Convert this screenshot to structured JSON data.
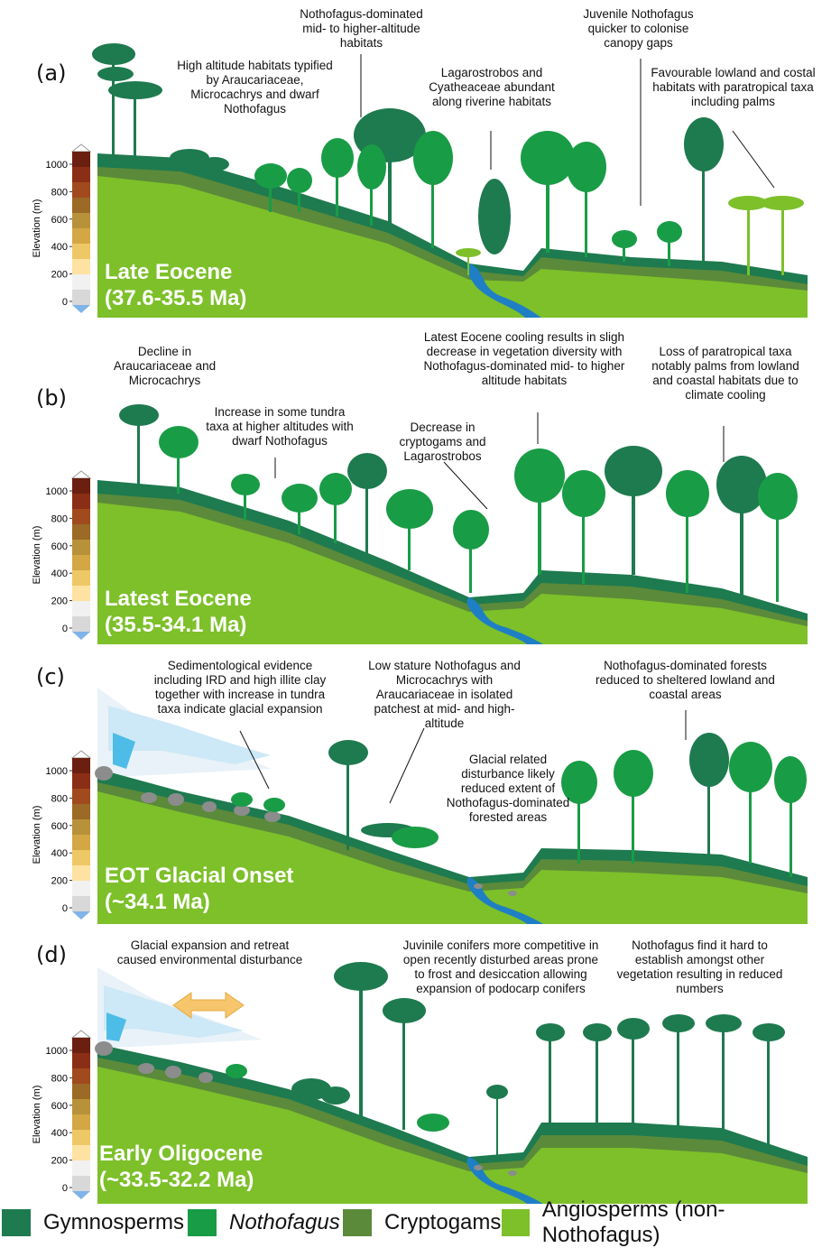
{
  "colors": {
    "gymnosperms": "#1e7a4f",
    "nothofagus": "#199c46",
    "cryptogams": "#5b8a3a",
    "angiosperms": "#7dc02a",
    "water": "#1f7fc4",
    "ice": "#cde8f6"
  },
  "elevation_bar": {
    "axis_label": "Elevation (m)",
    "ticks": [
      "1000",
      "800",
      "600",
      "400",
      "200",
      "0"
    ],
    "colors": [
      "#6b1f10",
      "#8a2f16",
      "#a04a1e",
      "#9a6a26",
      "#b8923a",
      "#d4a745",
      "#eec766",
      "#fde2a2",
      "#f1f1f1",
      "#d8d8d8"
    ]
  },
  "panels": [
    {
      "label": "(a)",
      "era_name": "Late Eocene",
      "era_age": "(37.6-35.5 Ma)",
      "notes": [
        "High altitude habitats typified by Araucariaceae, Microcachrys and dwarf Nothofagus",
        "Nothofagus-dominated mid- to higher-altitude habitats",
        "Lagarostrobos and Cyatheaceae abundant along riverine habitats",
        "Juvenile Nothofagus quicker to colonise canopy gaps",
        "Favourable lowland and costal habitats with paratropical taxa including palms"
      ]
    },
    {
      "label": "(b)",
      "era_name": "Latest Eocene",
      "era_age": "(35.5-34.1 Ma)",
      "notes": [
        "Decline in Araucariaceae and Microcachrys",
        "Increase in some tundra taxa at higher altitudes with dwarf Nothofagus",
        "Decrease in cryptogams and Lagarostrobos",
        "Latest Eocene cooling results in sligh decrease in vegetation diversity with Nothofagus-dominated mid- to higher altitude habitats",
        "Loss of paratropical taxa notably palms from lowland and coastal habitats due to climate cooling"
      ]
    },
    {
      "label": "(c)",
      "era_name": "EOT Glacial Onset",
      "era_age": "(~34.1 Ma)",
      "notes": [
        "Sedimentological evidence including IRD and high illite clay together with increase in tundra taxa indicate glacial expansion",
        "Low stature Nothofagus and Microcachrys with Araucariaceae in isolated patchest at mid- and high-altitude",
        "Glacial related disturbance likely reduced extent of Nothofagus-dominated forested areas",
        "Nothofagus-dominated forests reduced to sheltered lowland and coastal areas"
      ]
    },
    {
      "label": "(d)",
      "era_name": "Early Oligocene",
      "era_age": "(~33.5-32.2 Ma)",
      "notes": [
        "Glacial expansion and retreat caused environmental disturbance",
        "Juvinile conifers more competitive in open recently disturbed areas prone to frost and desiccation allowing expansion of podocarp conifers",
        "Nothofagus find it hard to establish amongst other vegetation resulting in reduced numbers"
      ]
    }
  ],
  "legend": [
    {
      "label": "Gymnosperms",
      "color": "#1e7a4f"
    },
    {
      "label": "Nothofagus",
      "color": "#199c46"
    },
    {
      "label": "Cryptogams",
      "color": "#5b8a3a"
    },
    {
      "label": "Angiosperms (non-Nothofagus)",
      "color": "#7dc02a"
    }
  ]
}
